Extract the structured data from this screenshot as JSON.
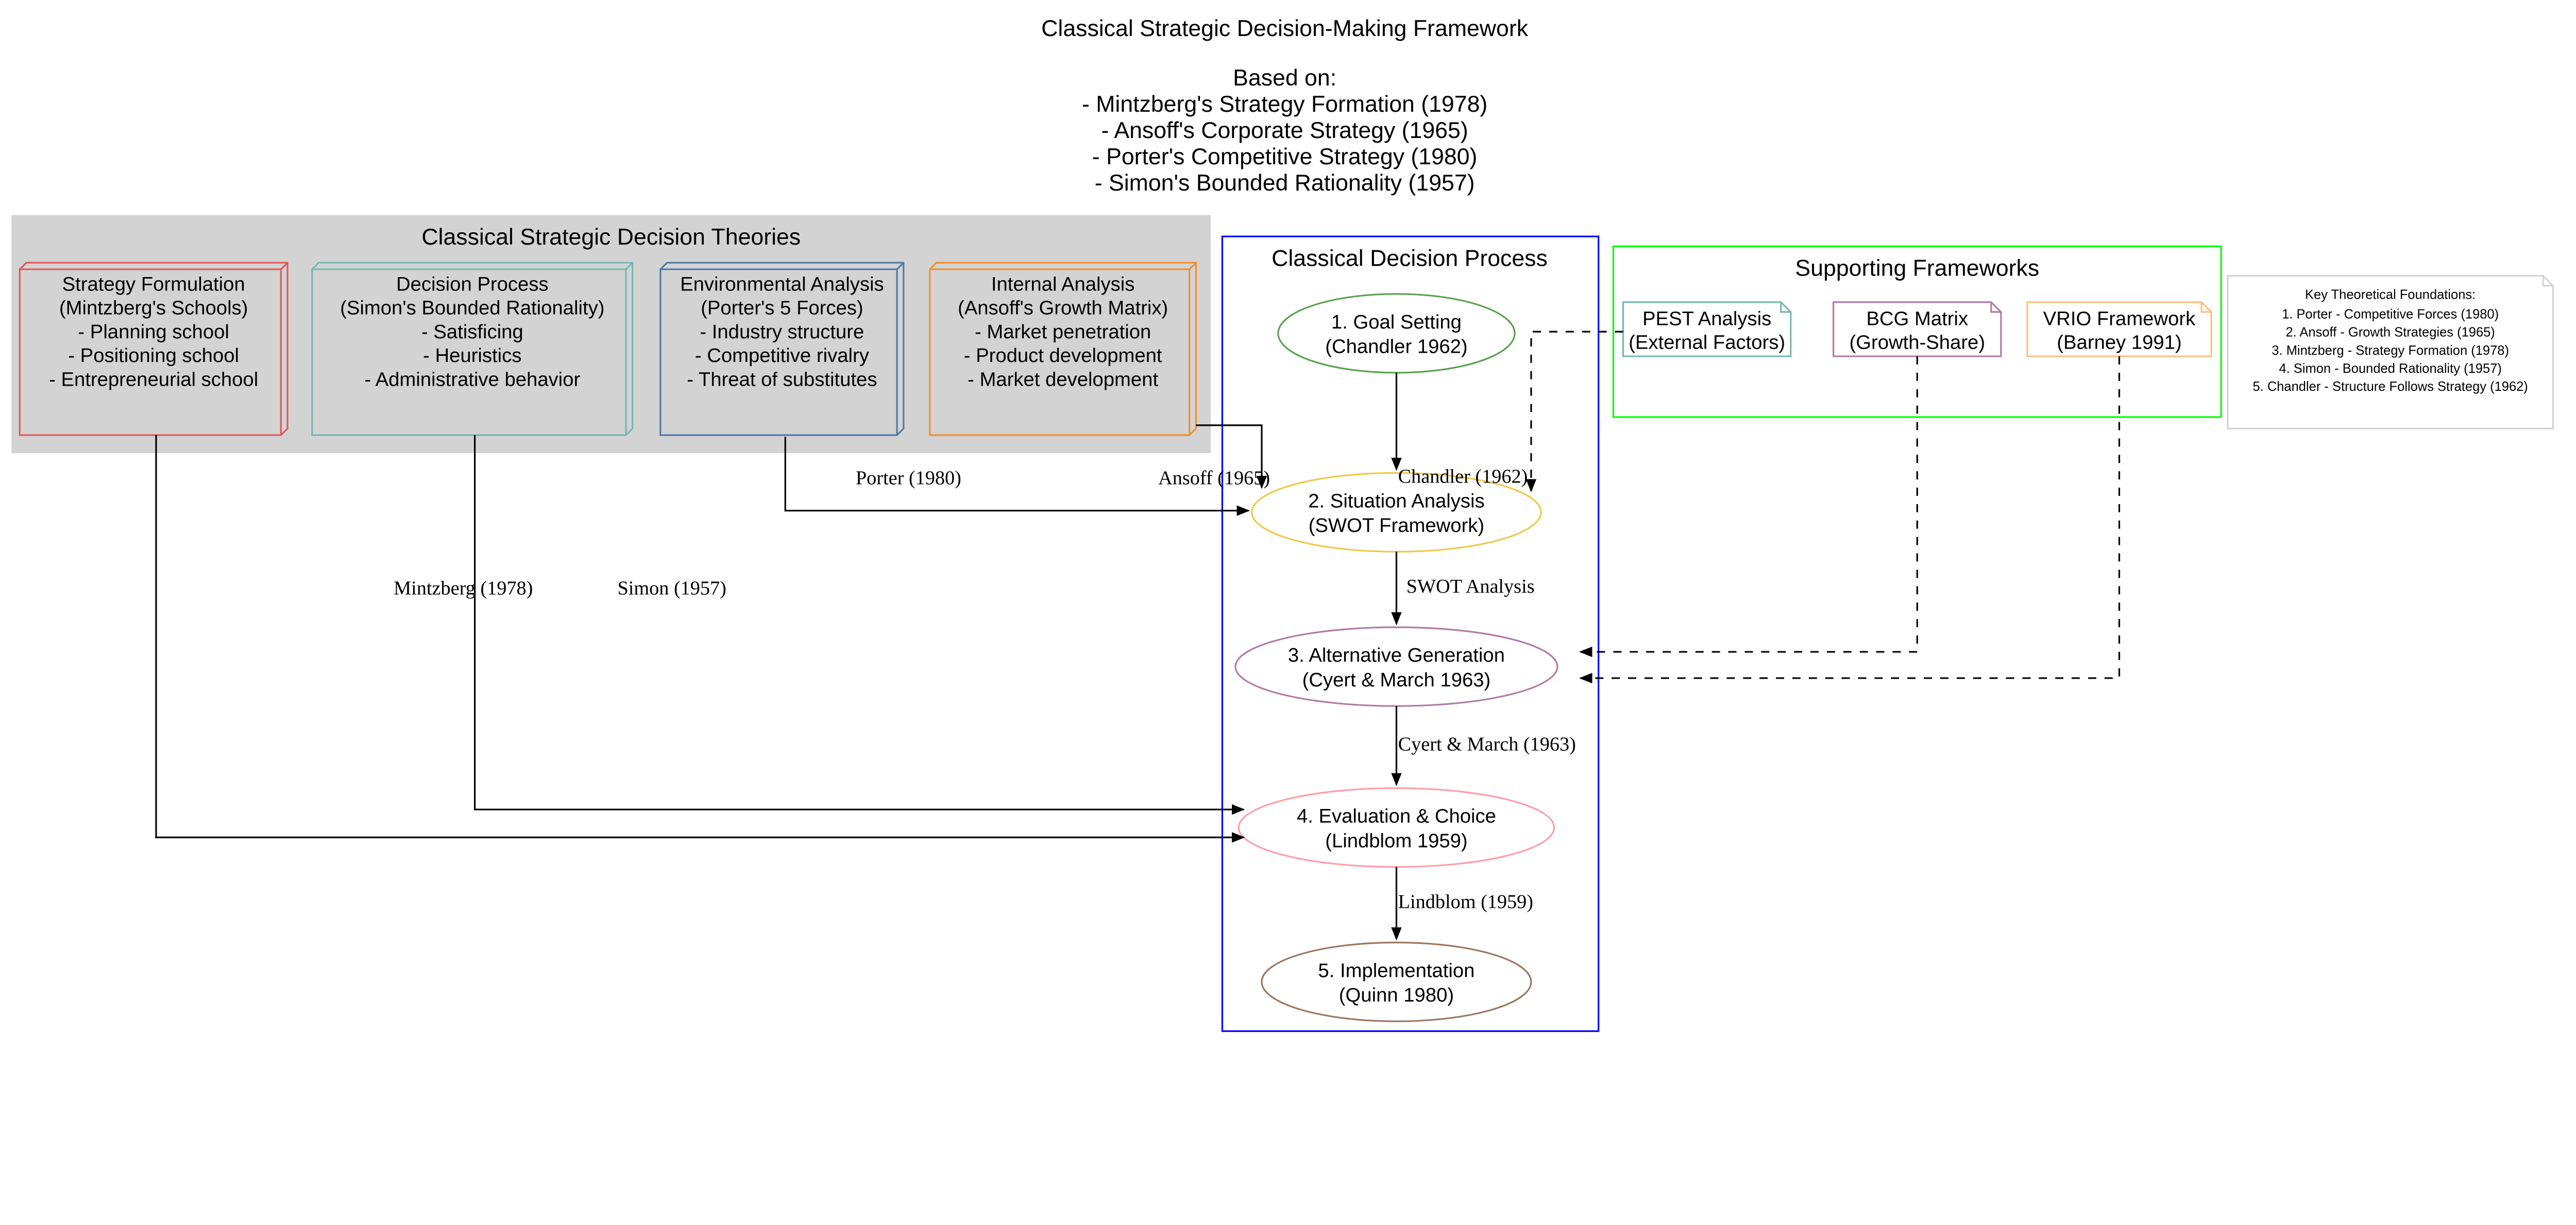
{
  "header": {
    "title": "Classical Strategic Decision-Making Framework",
    "based_on": "Based on:",
    "sources": [
      "- Mintzberg's Strategy Formation (1978)",
      "- Ansoff's Corporate Strategy (1965)",
      "- Porter's Competitive Strategy (1980)",
      "- Simon's Bounded Rationality (1957)"
    ]
  },
  "theories": {
    "label": "Classical Strategic Decision Theories",
    "fill": "#d3d3d3",
    "nodes": [
      {
        "lines": [
          "Strategy Formulation",
          "(Mintzberg's Schools)",
          "- Planning school",
          "- Positioning school",
          "- Entrepreneurial school"
        ],
        "color": "#e15759"
      },
      {
        "lines": [
          "Decision Process",
          "(Simon's Bounded Rationality)",
          "- Satisficing",
          "- Heuristics",
          "- Administrative behavior"
        ],
        "color": "#76b7b2"
      },
      {
        "lines": [
          "Environmental Analysis",
          "(Porter's 5 Forces)",
          "- Industry structure",
          "- Competitive rivalry",
          "- Threat of substitutes"
        ],
        "color": "#4e79a7"
      },
      {
        "lines": [
          "Internal Analysis",
          "(Ansoff's Growth Matrix)",
          "- Market penetration",
          "- Product development",
          "- Market development"
        ],
        "color": "#f28e2b"
      }
    ]
  },
  "process": {
    "label": "Classical Decision Process",
    "border": "#0000ff",
    "steps": [
      {
        "lines": [
          "1. Goal Setting",
          "(Chandler 1962)"
        ],
        "color": "#59a14f"
      },
      {
        "lines": [
          "2. Situation Analysis",
          "(SWOT Framework)"
        ],
        "color": "#edc948"
      },
      {
        "lines": [
          "3. Alternative Generation",
          "(Cyert & March 1963)"
        ],
        "color": "#b07aa1"
      },
      {
        "lines": [
          "4. Evaluation & Choice",
          "(Lindblom 1959)"
        ],
        "color": "#ff9da7"
      },
      {
        "lines": [
          "5. Implementation",
          "(Quinn 1980)"
        ],
        "color": "#9c755f"
      }
    ],
    "edge_labels": [
      "Chandler (1962)",
      "SWOT Analysis",
      "Cyert & March (1963)",
      "Lindblom (1959)"
    ]
  },
  "frameworks": {
    "label": "Supporting Frameworks",
    "border": "#00ff00",
    "nodes": [
      {
        "lines": [
          "PEST Analysis",
          "(External Factors)"
        ],
        "color": "#76b7b2"
      },
      {
        "lines": [
          "BCG Matrix",
          "(Growth-Share)"
        ],
        "color": "#b07aa1"
      },
      {
        "lines": [
          "VRIO Framework",
          "(Barney 1991)"
        ],
        "color": "#ffbe7d"
      }
    ]
  },
  "theory_edge_labels": {
    "ansoff": "Ansoff (1965)",
    "porter": "Porter (1980)",
    "simon": "Simon (1957)",
    "mintzberg": "Mintzberg (1978)"
  },
  "key_note": {
    "lines": [
      "Key Theoretical Foundations:",
      "1. Porter - Competitive Forces (1980)",
      "2. Ansoff - Growth Strategies (1965)",
      "3. Mintzberg - Strategy Formation (1978)",
      "4. Simon - Bounded Rationality (1957)",
      "5. Chandler - Structure Follows Strategy (1962)"
    ],
    "border": "#d3d3d3"
  }
}
